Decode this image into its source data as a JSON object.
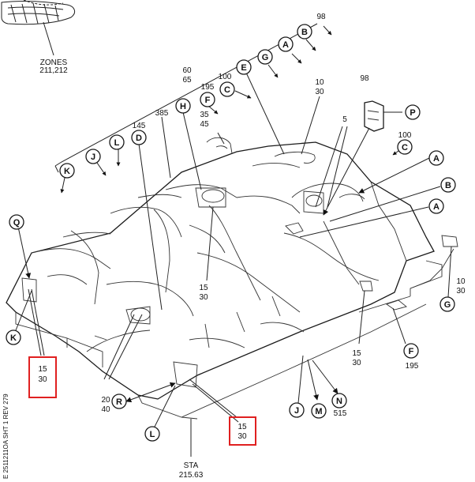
{
  "zones": {
    "line1": "ZONES",
    "line2": "211,212"
  },
  "sta": {
    "line1": "STA",
    "line2": "215.63"
  },
  "side_code": "E 2511211OA SHT 1 REV 279",
  "numbers": {
    "n98_top": "98",
    "n60": "60",
    "n65": "65",
    "n195_top": "195",
    "n100_top": "100",
    "n35": "35",
    "n45": "45",
    "n145": "145",
    "n385": "385",
    "n10a": "10",
    "n30a": "30",
    "n5": "5",
    "n98_p": "98",
    "n100_c": "100",
    "n15a": "15",
    "n30b": "30",
    "n10b": "10",
    "n30c": "30",
    "n15b": "15",
    "n30d": "30",
    "n195_f": "195",
    "n515": "515",
    "n20": "20",
    "n40": "40",
    "box_left_15": "15",
    "box_left_30": "30",
    "box_bottom_15": "15",
    "box_bottom_30": "30"
  },
  "callouts": {
    "A_top": "A",
    "B_top": "B",
    "G_top": "G",
    "E_top": "E",
    "C_top": "C",
    "F_top": "F",
    "H": "H",
    "D": "D",
    "L_top": "L",
    "J_top": "J",
    "K_top": "K",
    "P": "P",
    "C_right": "C",
    "A_right1": "A",
    "B_right": "B",
    "A_right2": "A",
    "Q": "Q",
    "K_left": "K",
    "G_right": "G",
    "F_right": "F",
    "N": "N",
    "M": "M",
    "J_bottom": "J",
    "L_bottom": "L",
    "R": "R"
  },
  "colors": {
    "highlight_box": "#e02020",
    "ink": "#111111"
  }
}
